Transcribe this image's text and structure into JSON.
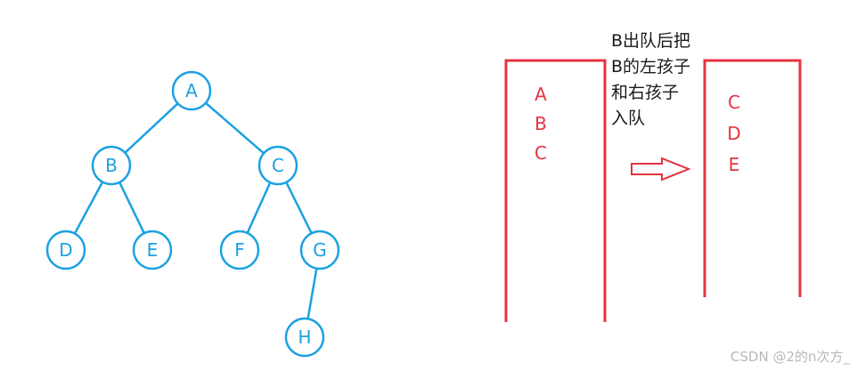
{
  "tree": {
    "color": "#1ba1e2",
    "nodes": [
      {
        "id": "A",
        "label": "A"
      },
      {
        "id": "B",
        "label": "B"
      },
      {
        "id": "C",
        "label": "C"
      },
      {
        "id": "D",
        "label": "D"
      },
      {
        "id": "E",
        "label": "E"
      },
      {
        "id": "F",
        "label": "F"
      },
      {
        "id": "G",
        "label": "G"
      },
      {
        "id": "H",
        "label": "H"
      }
    ],
    "edges": [
      [
        "A",
        "B"
      ],
      [
        "A",
        "C"
      ],
      [
        "B",
        "D"
      ],
      [
        "B",
        "E"
      ],
      [
        "C",
        "F"
      ],
      [
        "C",
        "G"
      ],
      [
        "G",
        "H"
      ]
    ]
  },
  "queue_before": {
    "color": "#e53340",
    "items": [
      "A",
      "B",
      "C"
    ]
  },
  "queue_after": {
    "color": "#e53340",
    "items": [
      "C",
      "D",
      "E"
    ]
  },
  "annotation": {
    "lines": [
      "B出队后把",
      "B的左孩子",
      "和右孩子",
      "入队"
    ]
  },
  "arrow": {
    "color": "#e53340"
  },
  "watermark": "CSDN @2的n次方_"
}
